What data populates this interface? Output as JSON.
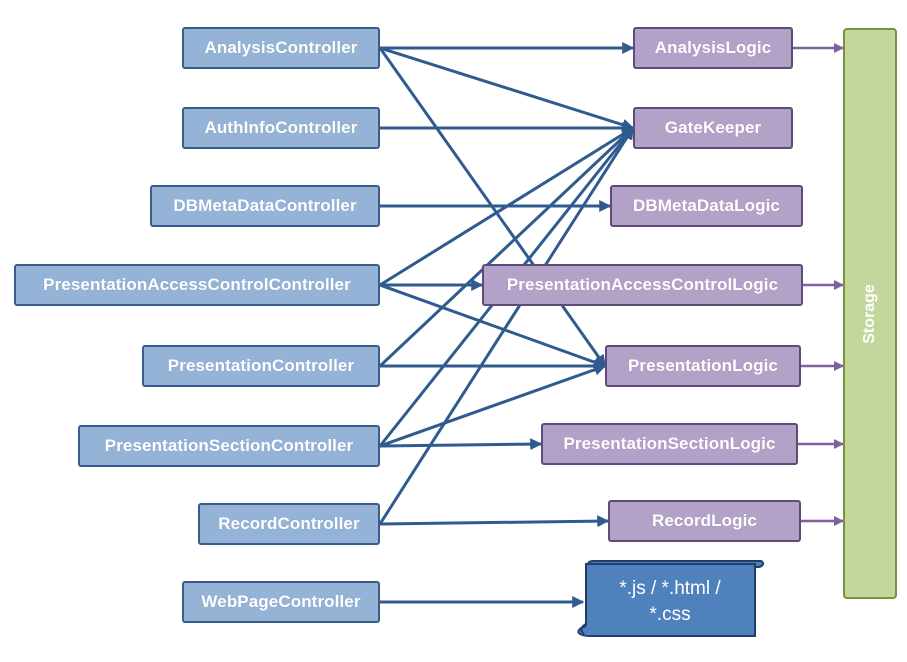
{
  "controllers": [
    {
      "id": "analysis",
      "label": "AnalysisController"
    },
    {
      "id": "authinfo",
      "label": "AuthInfoController"
    },
    {
      "id": "dbmeta",
      "label": "DBMetaDataController"
    },
    {
      "id": "presaccess",
      "label": "PresentationAccessControlController"
    },
    {
      "id": "presentation",
      "label": "PresentationController"
    },
    {
      "id": "section",
      "label": "PresentationSectionController"
    },
    {
      "id": "record",
      "label": "RecordController"
    },
    {
      "id": "webpage",
      "label": "WebPageController"
    }
  ],
  "logics": [
    {
      "id": "analysislogic",
      "label": "AnalysisLogic"
    },
    {
      "id": "gatekeeper",
      "label": "GateKeeper"
    },
    {
      "id": "dbmetalogic",
      "label": "DBMetaDataLogic"
    },
    {
      "id": "presaccesslogic",
      "label": "PresentationAccessControlLogic"
    },
    {
      "id": "preslogic",
      "label": "PresentationLogic"
    },
    {
      "id": "sectionlogic",
      "label": "PresentationSectionLogic"
    },
    {
      "id": "recordlogic",
      "label": "RecordLogic"
    }
  ],
  "storage": {
    "label": "Storage"
  },
  "static_files": {
    "label": "*.js / *.html /\n*.css"
  },
  "edges": [
    [
      "analysis",
      "analysislogic"
    ],
    [
      "analysis",
      "gatekeeper"
    ],
    [
      "analysis",
      "preslogic"
    ],
    [
      "authinfo",
      "gatekeeper"
    ],
    [
      "dbmeta",
      "dbmetalogic"
    ],
    [
      "presaccess",
      "gatekeeper"
    ],
    [
      "presaccess",
      "presaccesslogic"
    ],
    [
      "presaccess",
      "preslogic"
    ],
    [
      "presentation",
      "gatekeeper"
    ],
    [
      "presentation",
      "preslogic"
    ],
    [
      "section",
      "gatekeeper"
    ],
    [
      "section",
      "preslogic"
    ],
    [
      "section",
      "sectionlogic"
    ],
    [
      "record",
      "gatekeeper"
    ],
    [
      "record",
      "recordlogic"
    ],
    [
      "webpage",
      "staticfiles"
    ],
    [
      "analysislogic",
      "storage"
    ],
    [
      "presaccesslogic",
      "storage"
    ],
    [
      "preslogic",
      "storage"
    ],
    [
      "sectionlogic",
      "storage"
    ],
    [
      "recordlogic",
      "storage"
    ]
  ],
  "colors": {
    "controller_fill": "#95b3d7",
    "controller_border": "#385d8a",
    "logic_fill": "#b3a2c7",
    "logic_border": "#604a7b",
    "storage_fill": "#c3d69b",
    "storage_border": "#77933c",
    "scroll_fill": "#4f81bd",
    "scroll_border": "#1f3f6a",
    "edge": "#2f5b8f",
    "storage_edge": "#7f5fa0"
  }
}
